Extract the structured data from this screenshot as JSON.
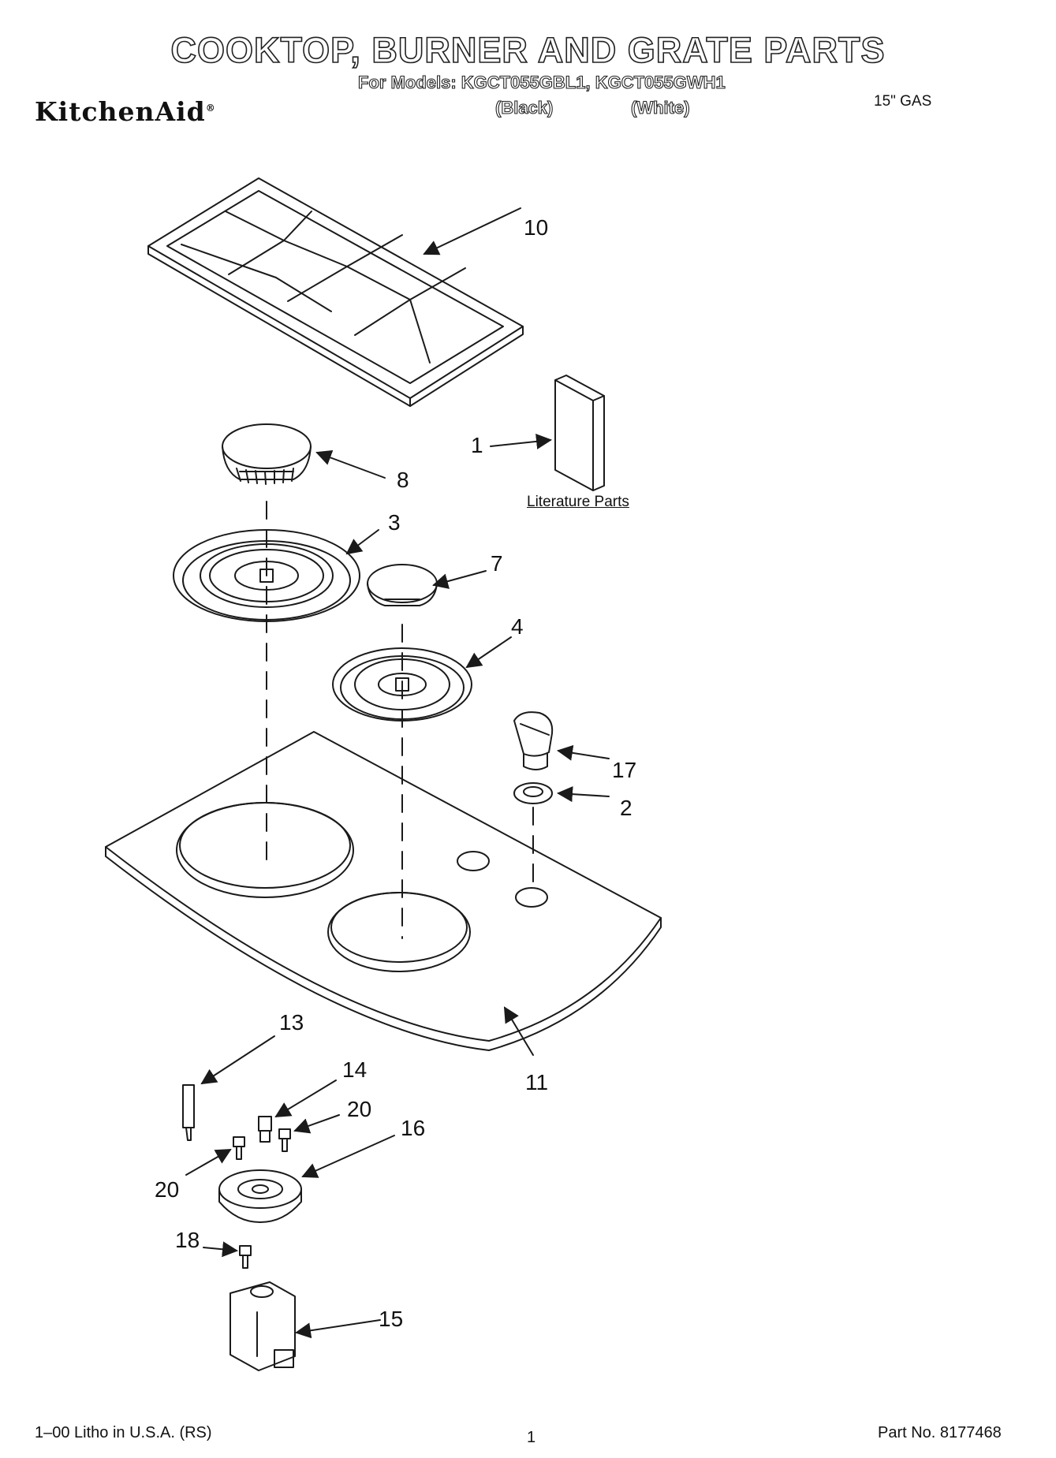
{
  "header": {
    "title": "COOKTOP, BURNER AND GRATE PARTS",
    "models_line": "For Models: KGCT055GBL1, KGCT055GWH1",
    "model_black": "(Black)",
    "model_white": "(White)",
    "brand": "KitchenAid",
    "brand_mark": "®",
    "gas_type": "15\" GAS"
  },
  "diagram": {
    "literature_label": "Literature Parts",
    "callouts": [
      "10",
      "1",
      "8",
      "3",
      "7",
      "4",
      "17",
      "2",
      "11",
      "13",
      "14",
      "20",
      "16",
      "20",
      "18",
      "15"
    ]
  },
  "footer": {
    "left": "1–00 Litho in U.S.A. (RS)",
    "page": "1",
    "part_no": "Part No. 8177468"
  }
}
